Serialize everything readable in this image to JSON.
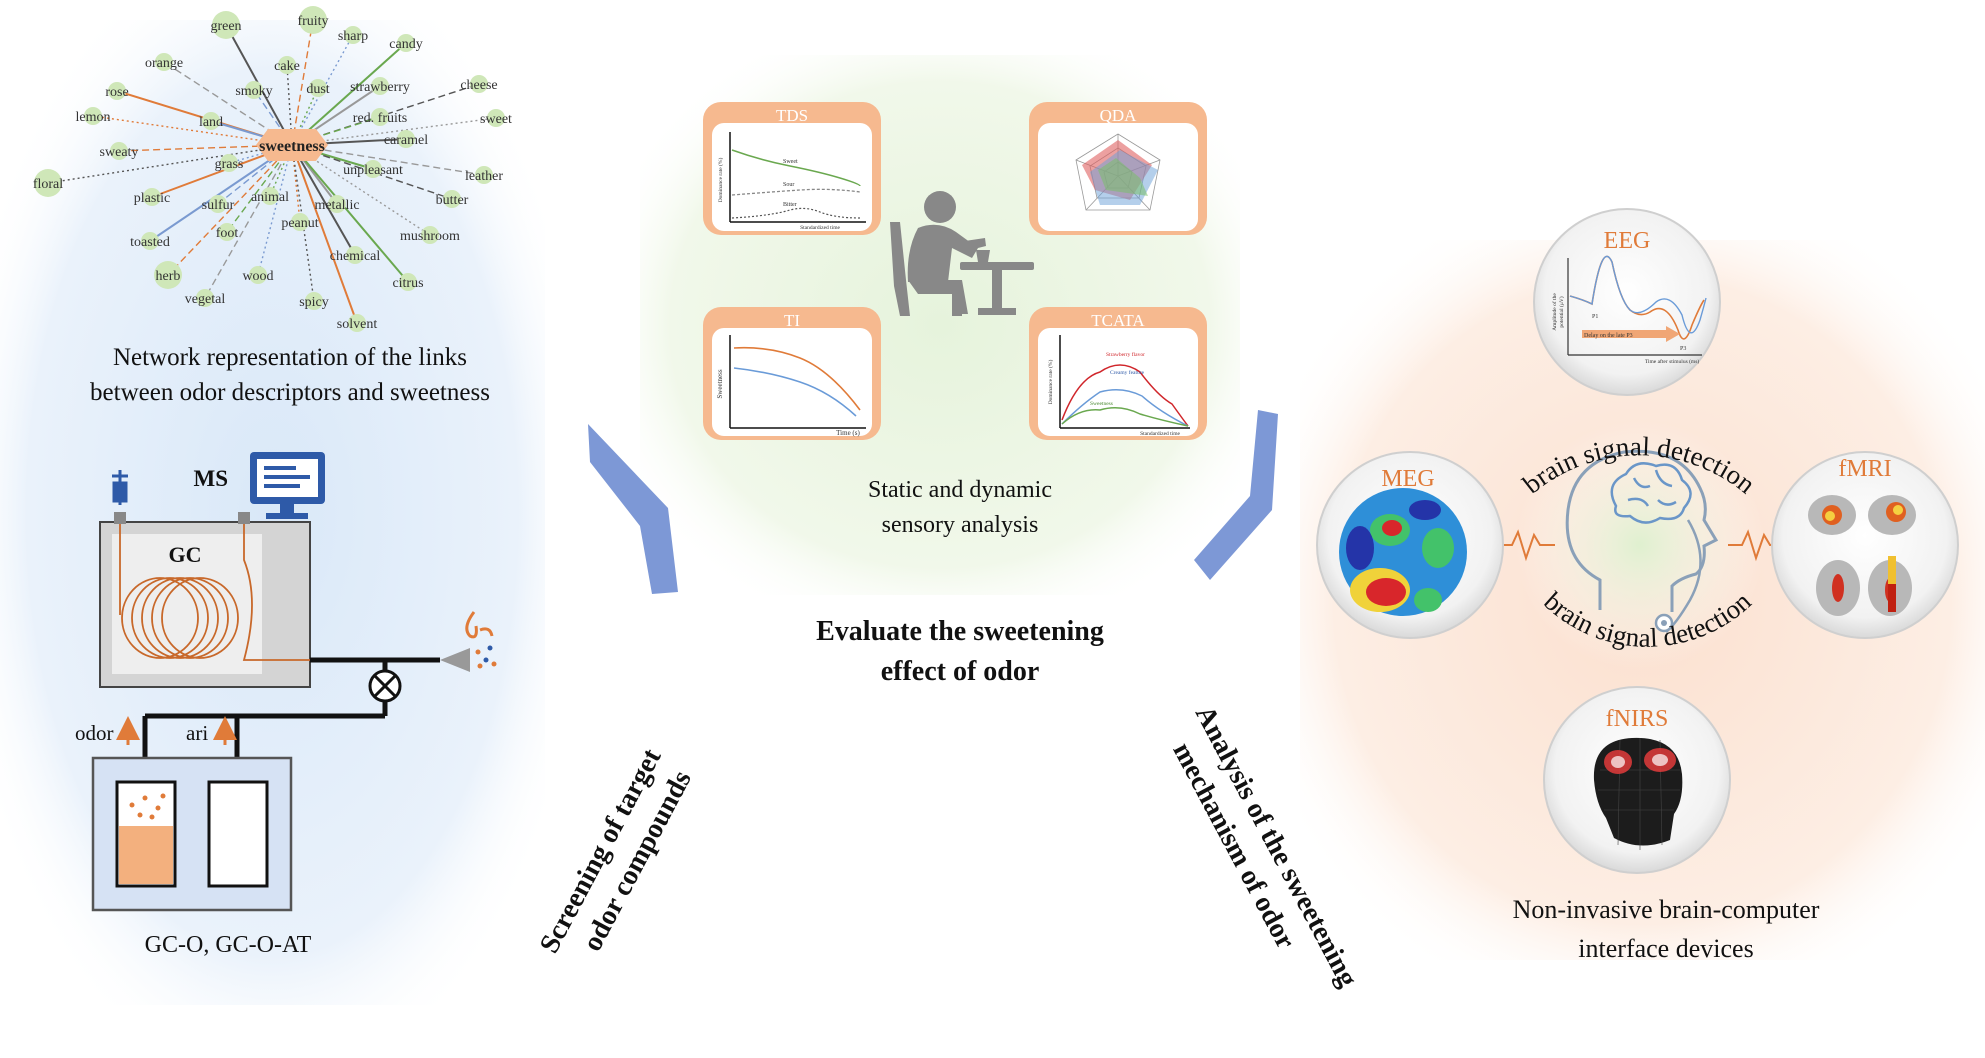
{
  "network": {
    "center": "sweetness",
    "nodes": [
      "green",
      "fruity",
      "sharp",
      "candy",
      "orange",
      "cake",
      "rose",
      "smoky",
      "dust",
      "strawberry",
      "cheese",
      "lemon",
      "land",
      "red. fruits",
      "sweet",
      "caramel",
      "sweaty",
      "grass",
      "unpleasant",
      "leather",
      "floral",
      "plastic",
      "sulfur",
      "animal",
      "metallic",
      "butter",
      "peanut",
      "toasted",
      "foot",
      "mushroom",
      "chemical",
      "herb",
      "wood",
      "citrus",
      "vegetal",
      "spicy",
      "solvent"
    ],
    "caption_line1": "Network representation of the links",
    "caption_line2": "between odor descriptors and sweetness"
  },
  "gc": {
    "ms_label": "MS",
    "gc_label": "GC",
    "odor_label": "odor",
    "air_label": "ari",
    "caption": "GC-O, GC-O-AT"
  },
  "sensory": {
    "tds": {
      "title": "TDS",
      "ylabel": "Dominance rate (%)",
      "xlabel": "Standardized time",
      "series": [
        "Sweet",
        "Sour",
        "Bitter"
      ]
    },
    "qda": {
      "title": "QDA"
    },
    "ti": {
      "title": "TI",
      "ylabel": "Sweetness",
      "xlabel": "Time (s)"
    },
    "tcata": {
      "title": "TCATA",
      "ylabel": "Dominance rate (%)",
      "xlabel": "Standardized time",
      "series": [
        "Strawberry flavor",
        "Creamy feature",
        "Sweetness"
      ]
    },
    "caption_line1": "Static and dynamic",
    "caption_line2": "sensory analysis"
  },
  "evaluate": {
    "line1": "Evaluate the sweetening",
    "line2": "effect of odor"
  },
  "screening": {
    "line1": "Screening of target",
    "line2": "odor compounds"
  },
  "analysis": {
    "line1": "Analysis of the sweetening",
    "line2": "mechanism of odor"
  },
  "brain": {
    "eeg": {
      "title": "EEG",
      "ylabel_line1": "Amplitude of the",
      "ylabel_line2": "potential (μV)",
      "p1": "P1",
      "p3": "P3",
      "arrow_label": "Delay on the late P3",
      "xlabel": "Time after stimulus (ms)"
    },
    "meg": {
      "title": "MEG"
    },
    "fmri": {
      "title": "fMRI"
    },
    "fnirs": {
      "title": "fNIRS"
    },
    "arc_top": "brain signal detection",
    "arc_bottom": "brain signal detection",
    "caption_line1": "Non-invasive brain-computer",
    "caption_line2": "interface devices"
  },
  "colors": {
    "accent": "#e07b39",
    "panel_orange": "#f6b98f",
    "arrow_blue": "#7d98d6",
    "node_green": "#cfe7b8"
  }
}
